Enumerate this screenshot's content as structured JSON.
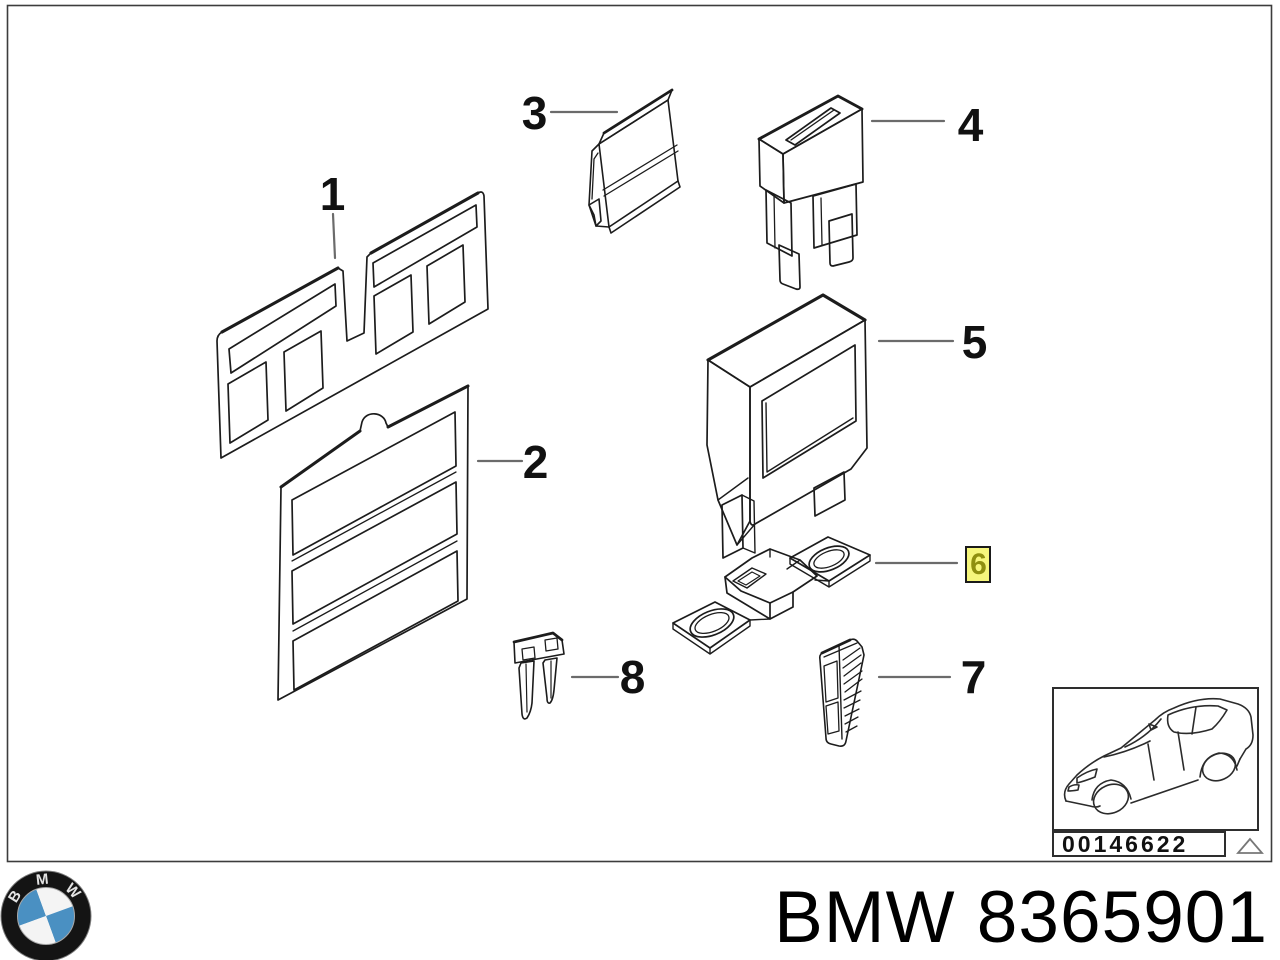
{
  "frame": {
    "border_color": "#3c3c3c"
  },
  "callouts": [
    {
      "num": "1"
    },
    {
      "num": "2"
    },
    {
      "num": "3"
    },
    {
      "num": "4"
    },
    {
      "num": "5"
    },
    {
      "num": "6",
      "highlighted": true
    },
    {
      "num": "7"
    },
    {
      "num": "8"
    }
  ],
  "highlight_color": "#f6f67c",
  "thumbnail": {
    "code": "00146622",
    "triangle_icon": "outline-triangle"
  },
  "footer": {
    "title": "BMW 8365901"
  },
  "logo": {
    "letters": [
      "B",
      "M",
      "W"
    ],
    "blue": "#4a90c2",
    "ring_color": "#141414"
  }
}
